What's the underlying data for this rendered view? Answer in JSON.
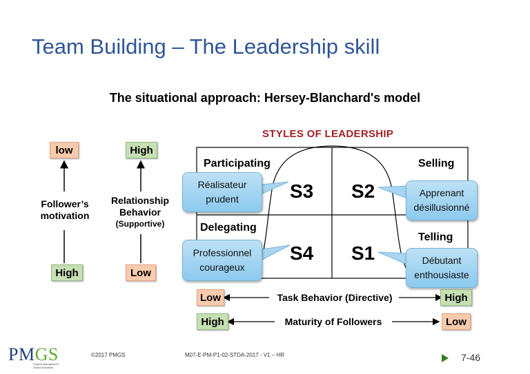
{
  "slide": {
    "title": "Team Building – The Leadership skill",
    "subtitle": "The situational approach: Hersey-Blanchard's model",
    "styles_heading": "STYLES OF LEADERSHIP"
  },
  "motivation": {
    "top_box": "low",
    "bottom_box": "High",
    "label_line1": "Follower’s",
    "label_line2": "motivation"
  },
  "relationship": {
    "top_box": "High",
    "bottom_box": "Low",
    "label_line1": "Relationship",
    "label_line2": "Behavior",
    "label_line3": "(Supportive)"
  },
  "quadrants": {
    "participating": "Participating",
    "selling": "Selling",
    "delegating": "Delegating",
    "telling": "Telling",
    "s3": "S3",
    "s2": "S2",
    "s4": "S4",
    "s1": "S1"
  },
  "callouts": {
    "s3_line1": "Réalisateur",
    "s3_line2": "prudent",
    "s2_line1": "Apprenant",
    "s2_line2": "désillusionné",
    "s4_line1": "Professionnel",
    "s4_line2": "courageux",
    "s1_line1": "Débutant",
    "s1_line2": "enthousiaste"
  },
  "task_axis": {
    "left_box": "Low",
    "label": "Task Behavior (Directive)",
    "right_box": "High"
  },
  "maturity_axis": {
    "left_box": "High",
    "label": "Maturity of Followers",
    "right_box": "Low"
  },
  "footer": {
    "copyright": "©2017 PMGS",
    "reference": "M07-E-PM-P1-02-STDA-2017 - V1 – HR",
    "page_number": "7-46",
    "logo_main": "PM",
    "logo_accent": "GS",
    "logo_tagline": "Project Management Global Solutions"
  },
  "colors": {
    "title_blue": "#2f5496",
    "heading_red": "#a02126",
    "green_box": "#c6e0b4",
    "orange_box": "#f8cbad",
    "callout_blue": "#a8d6f2",
    "arrow_green": "#3a7d1f"
  }
}
